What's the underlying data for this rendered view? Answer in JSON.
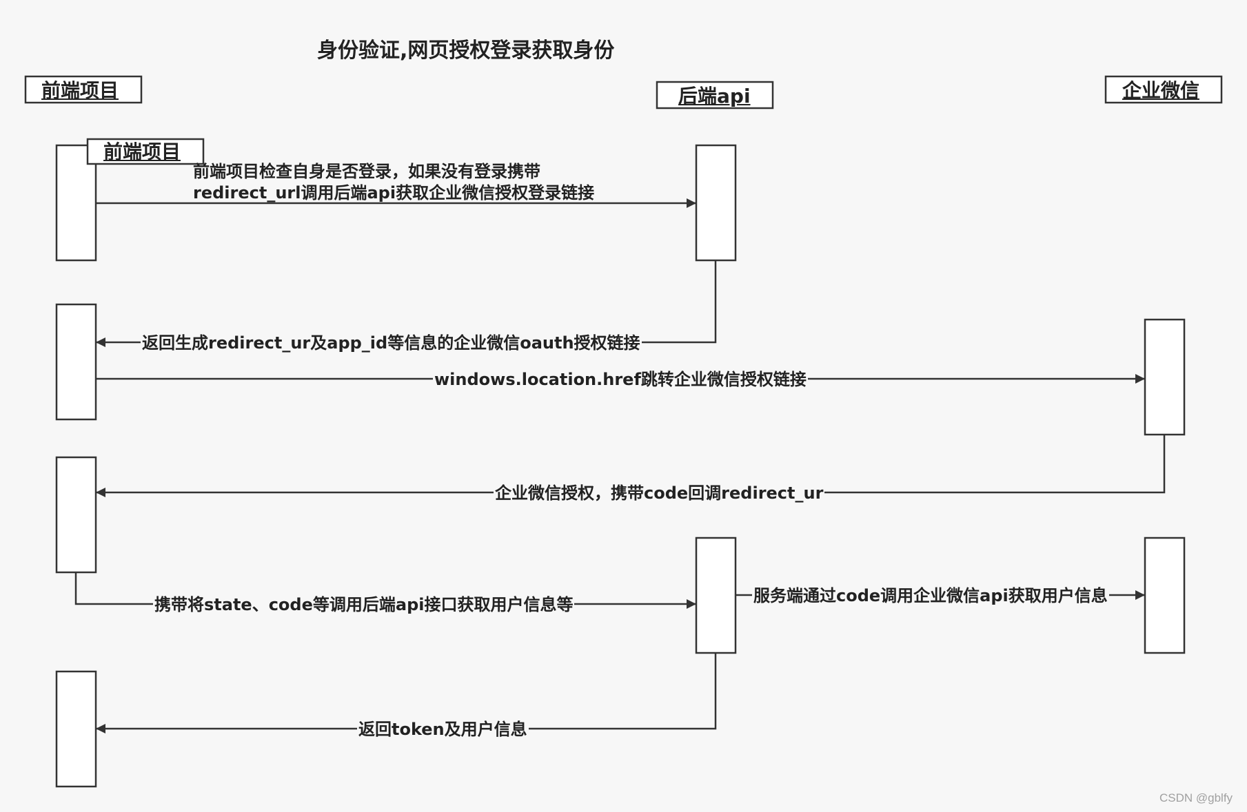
{
  "title": "身份验证,网页授权登录获取身份",
  "participants": {
    "frontend": "前端项目",
    "backend": "后端api",
    "wecom": "企业微信"
  },
  "activation_label": "前端项目",
  "messages": {
    "m1_line1": "前端项目检查自身是否登录，如果没有登录携带",
    "m1_line2": "redirect_url调用后端api获取企业微信授权登录链接",
    "m2": "返回生成redirect_ur及app_id等信息的企业微信oauth授权链接",
    "m3": "windows.location.href跳转企业微信授权链接",
    "m4": "企业微信授权，携带code回调redirect_ur",
    "m5": "携带将state、code等调用后端api接口获取用户信息等",
    "m6": "服务端通过code调用企业微信api获取用户信息",
    "m7": "返回token及用户信息"
  },
  "watermark": "CSDN @gblfy",
  "colors": {
    "line": "#333333",
    "background": "#f7f7f7",
    "box": "#ffffff"
  }
}
